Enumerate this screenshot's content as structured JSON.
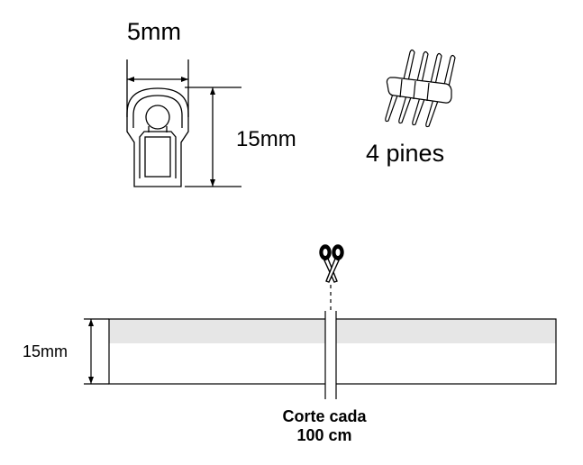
{
  "profile": {
    "width_label": "5mm",
    "height_label": "15mm"
  },
  "connector": {
    "label": "4 pines",
    "pin_count": 4
  },
  "strip": {
    "height_label": "15mm",
    "cut_label_line1": "Corte cada",
    "cut_label_line2": "100 cm",
    "scissors_icon": "scissors-icon"
  },
  "colors": {
    "line": "#000000",
    "strip_band": "#e6e6e6",
    "background": "#ffffff"
  }
}
